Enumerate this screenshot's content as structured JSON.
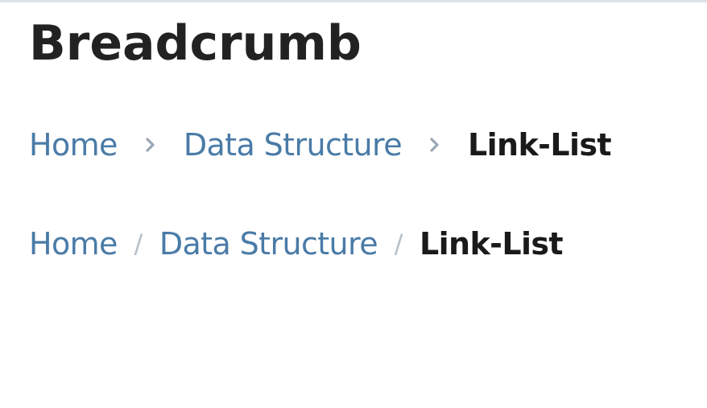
{
  "page": {
    "title": "Breadcrumb"
  },
  "breadcrumb_chevron": {
    "separator_icon": "chevron-right-icon",
    "items": [
      {
        "label": "Home"
      },
      {
        "label": "Data Structure"
      }
    ],
    "current": "Link-List"
  },
  "breadcrumb_slash": {
    "separator": "/",
    "items": [
      {
        "label": "Home"
      },
      {
        "label": "Data Structure"
      }
    ],
    "current": "Link-List"
  },
  "colors": {
    "link": "#4a7ba7",
    "current": "#1a1a1a",
    "separator": "#b7c0ca",
    "title": "#222222"
  }
}
